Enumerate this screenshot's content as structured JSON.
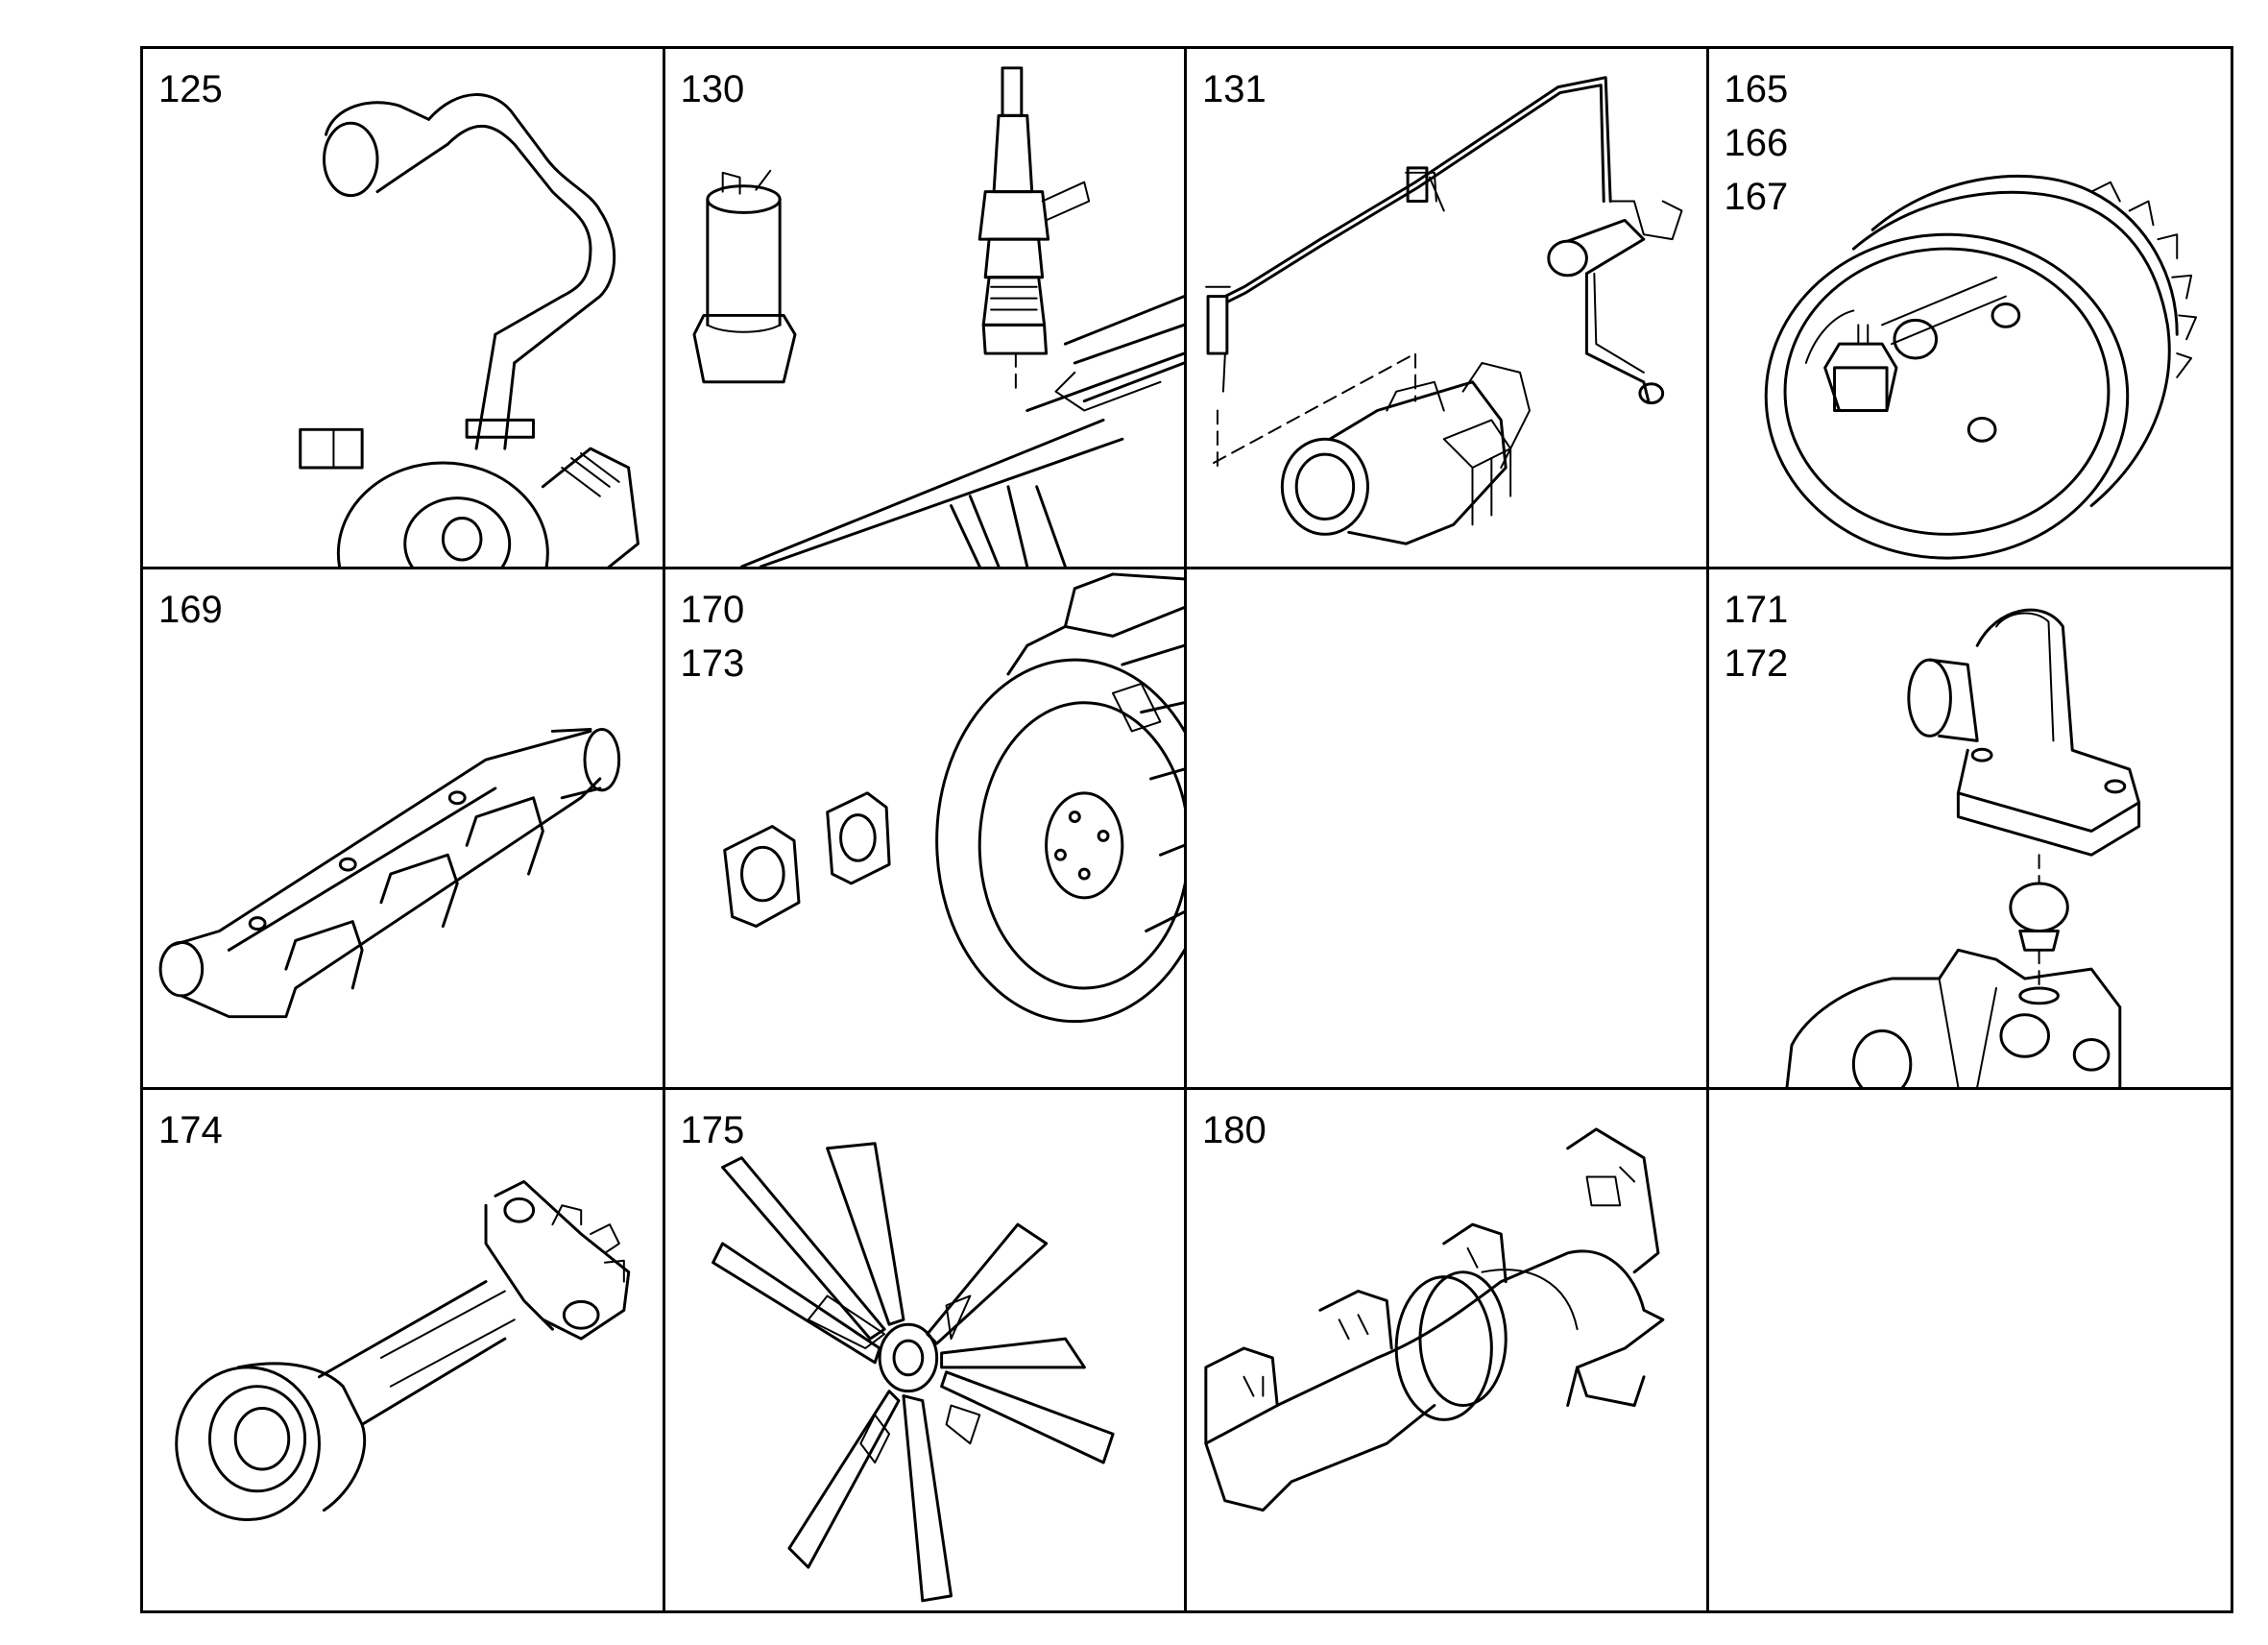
{
  "cells": [
    {
      "labels": [
        "125"
      ],
      "icon": "turbocharger-with-hoses-icon"
    },
    {
      "labels": [
        "130"
      ],
      "icon": "glow-plug-and-relay-icon"
    },
    {
      "labels": [
        "131"
      ],
      "icon": "pipe-and-sensor-icon"
    },
    {
      "labels": [
        "165",
        "166",
        "167"
      ],
      "icon": "viscous-fan-clutch-icon"
    },
    {
      "labels": [
        "169"
      ],
      "icon": "intake-manifold-icon"
    },
    {
      "labels": [
        "170",
        "173"
      ],
      "icon": "flywheel-housing-and-gaskets-icon"
    },
    {
      "labels": [],
      "icon": "empty"
    },
    {
      "labels": [
        "171",
        "172"
      ],
      "icon": "thermostat-housing-icon"
    },
    {
      "labels": [
        "174"
      ],
      "icon": "drive-shaft-icon"
    },
    {
      "labels": [
        "175"
      ],
      "icon": "fan-blade-icon"
    },
    {
      "labels": [
        "180"
      ],
      "icon": "exhaust-manifold-icon"
    },
    {
      "labels": [],
      "icon": "empty"
    }
  ]
}
